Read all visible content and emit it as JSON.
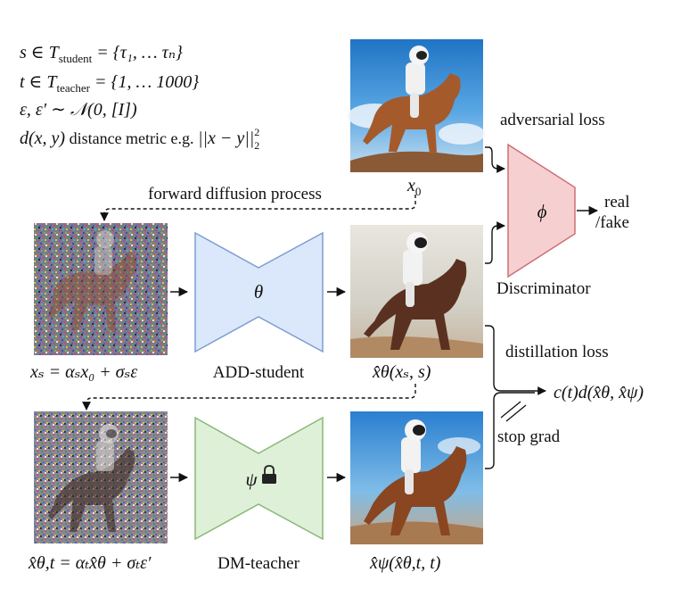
{
  "definitions": {
    "line1": "s ∈ T",
    "line1_sub": "student",
    "line1_rest": " = {τ₁, … τₙ}",
    "line2": "t ∈ T",
    "line2_sub": "teacher",
    "line2_rest": " = {1, … 1000}",
    "line3": "ε, ε′ ∼ 𝒩(0, [I])",
    "line4_math": "d(x, y)",
    "line4_text": " distance metric e.g. ",
    "line4_norm": "||x − y||",
    "line4_sup": "2",
    "line4_sub": "2"
  },
  "labels": {
    "x0": "x",
    "x0_sub": "0",
    "forward_diffusion": "forward diffusion process",
    "adversarial_loss": "adversarial loss",
    "discriminator": "Discriminator",
    "phi": "ϕ",
    "real": "real",
    "fake": "/fake",
    "theta": "θ",
    "add_student": "ADD-student",
    "xs_eq": "xₛ = αₛx₀ + σₛε",
    "xhat_theta": "x̂θ(xₛ, s)",
    "distillation_loss": "distillation loss",
    "distillation_eq": "c(t)d(x̂θ, x̂ψ)",
    "stop_grad": "stop grad",
    "psi": "ψ",
    "dm_teacher": "DM-teacher",
    "xtheta_t_eq": "x̂θ,t = αₜx̂θ + σₜε′",
    "xhat_psi": "x̂ψ(x̂θ,t, t)"
  },
  "images": {
    "x0_image": "astronaut-riding-horse",
    "noisy_xs_image": "noisy-astronaut-horse",
    "student_output_image": "astronaut-horse-student-output",
    "noisy_xt_image": "noisy-astronaut-horse-teacher",
    "teacher_output_image": "astronaut-horse-teacher-output"
  },
  "colors": {
    "student": "#dbe8fb",
    "student_stroke": "#7d9ed3",
    "teacher": "#dff0d8",
    "teacher_stroke": "#88b878",
    "discriminator": "#f6cfd1",
    "discriminator_stroke": "#cc7075"
  }
}
